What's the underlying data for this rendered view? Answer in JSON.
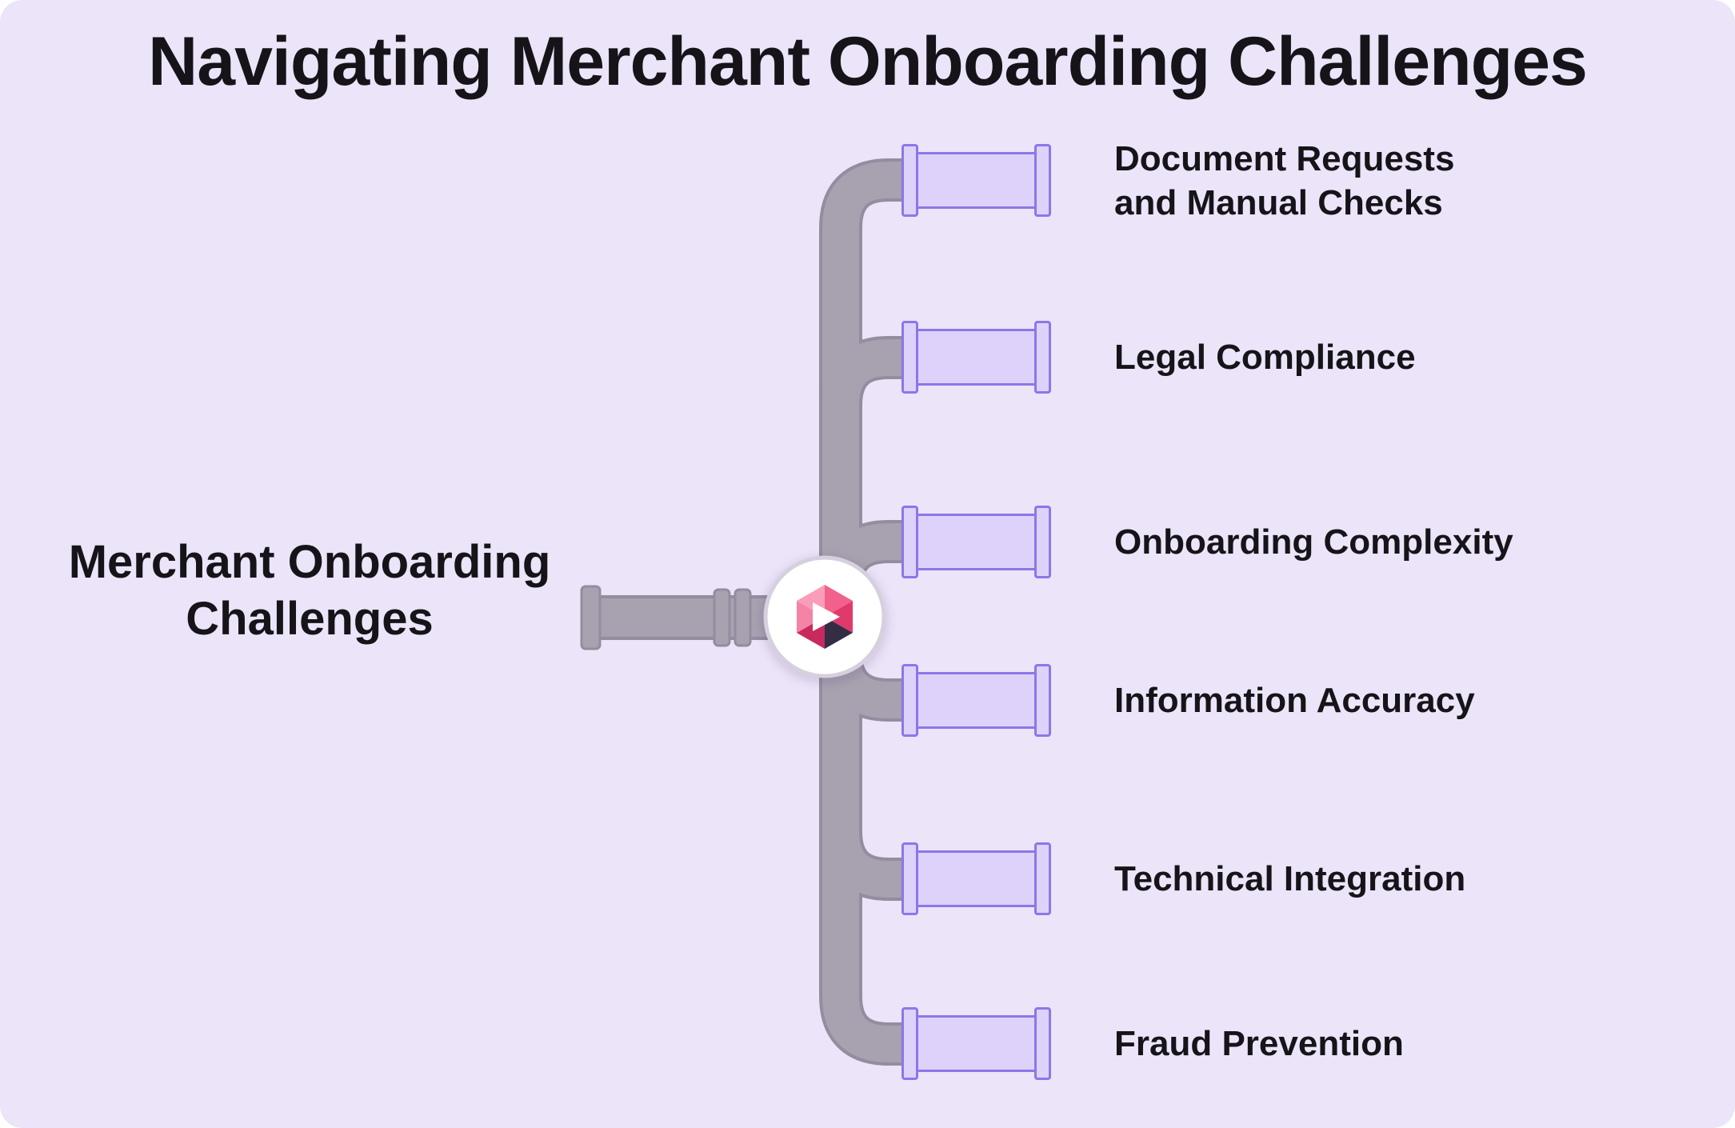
{
  "title": "Navigating Merchant Onboarding Challenges",
  "root": {
    "label": "Merchant Onboarding\nChallenges"
  },
  "branches": [
    {
      "label": "Document Requests\nand Manual Checks"
    },
    {
      "label": "Legal Compliance"
    },
    {
      "label": "Onboarding Complexity"
    },
    {
      "label": "Information Accuracy"
    },
    {
      "label": "Technical Integration"
    },
    {
      "label": "Fraud Prevention"
    }
  ],
  "icons": {
    "hub": "play-logo-icon",
    "connector": "pipe-coupling-icon"
  },
  "colors": {
    "bg": "#ece4f8",
    "pipe": "#a7a1b0",
    "pipe-edge": "#948da0",
    "coupling-fill": "#ded2fa",
    "coupling-border": "#8d76e8",
    "text": "#161419",
    "logo-pink": "#e03a6b",
    "logo-dark": "#342e44"
  }
}
